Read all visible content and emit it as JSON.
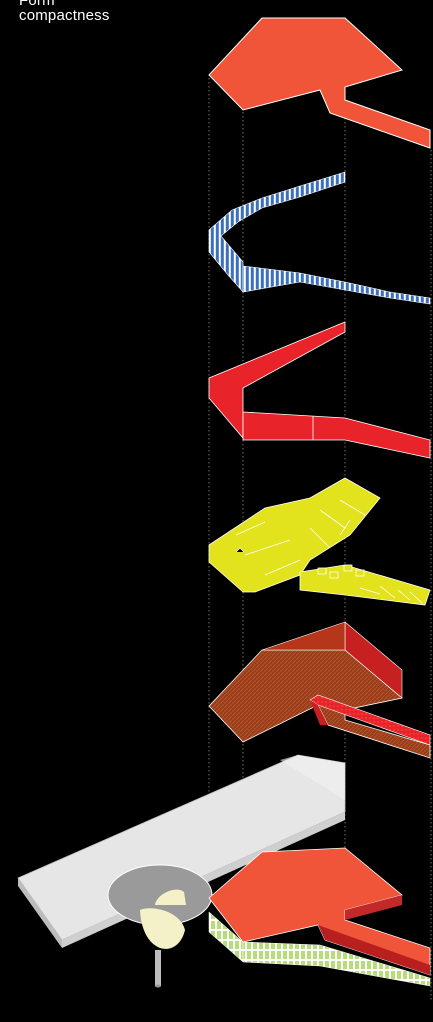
{
  "caption": {
    "line1": "Form",
    "line2": "compactness"
  },
  "colors": {
    "background": "#000000",
    "roof_orange": "#f0553a",
    "facade_blue": "#3b6fc0",
    "wall_red": "#e8242a",
    "floor_yellow": "#e2e31c",
    "ground_brown": "#9a3d1c",
    "canopy_grey": "#e6e6e6",
    "glazing_green": "#b7dd7a",
    "guide_line": "#8a8a8a"
  },
  "icons": [
    "layered-axonometric-diagram"
  ]
}
